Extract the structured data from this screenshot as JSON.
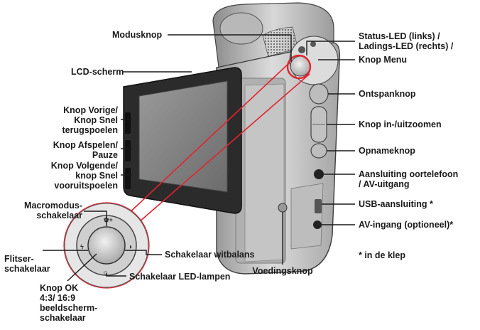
{
  "labels": {
    "modusknop": "Modusknop",
    "lcd_scherm": "LCD-scherm",
    "knop_vorige": [
      "Knop Vorige/",
      "Knop Snel",
      "terugspoelen"
    ],
    "knop_afspelen": [
      "Knop Afspelen/",
      "Pauze"
    ],
    "knop_volgende": [
      "Knop Volgende/",
      "knop Snel",
      "vooruitspoelen"
    ],
    "macromodus": [
      "Macromodus-",
      "schakelaar"
    ],
    "flitser": [
      "Flitser-",
      "schakelaar"
    ],
    "knop_ok": [
      "Knop OK",
      "4:3/ 16:9",
      "beeldscherm-",
      "schakelaar"
    ],
    "schakelaar_led": "Schakelaar LED-lampen",
    "schakelaar_witbalans": "Schakelaar witbalans",
    "voedingsknop": "Voedingsknop",
    "status_led": [
      "Status-LED (links) /",
      "Ladings-LED (rechts) /"
    ],
    "knop_menu": "Knop Menu",
    "ontspanknop": "Ontspanknop",
    "knop_zoom": "Knop in-/uitzoomen",
    "opnameknop": "Opnameknop",
    "aansluiting_oortelefoon": [
      "Aansluiting oortelefoon",
      "/ AV-uitgang"
    ],
    "usb_aansluiting": "USB-aansluiting *",
    "av_ingang": "AV-ingang (optioneel)*",
    "in_de_klep": "* in de klep"
  },
  "colors": {
    "highlight_red": "#e3232e",
    "leader_line": "#1a1a1a",
    "device_body": "#c9c9c9"
  }
}
